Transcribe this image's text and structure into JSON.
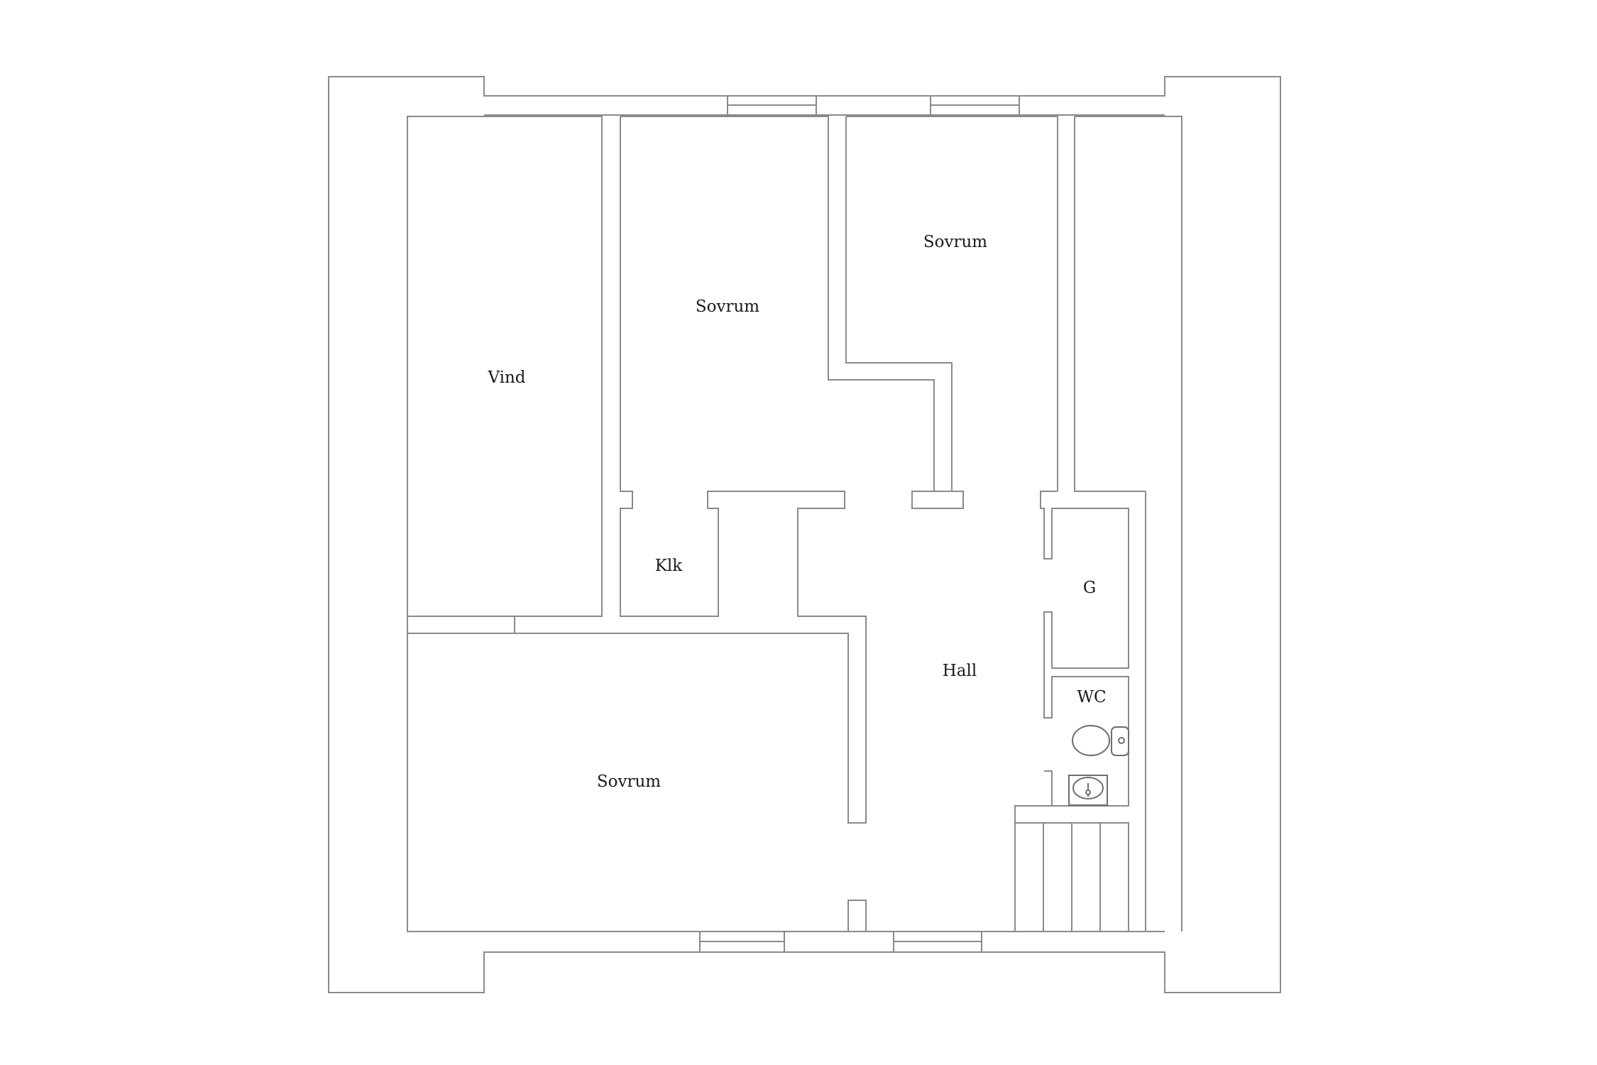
{
  "floor_plan": {
    "rooms": {
      "vind": "Vind",
      "sovrum_top_left": "Sovrum",
      "sovrum_top_right": "Sovrum",
      "klk": "Klk",
      "hall": "Hall",
      "g": "G",
      "wc": "WC",
      "sovrum_bottom": "Sovrum"
    },
    "line_color": "#8a8a8a",
    "fixtures": [
      "toilet-icon",
      "sink-icon"
    ],
    "stairs_steps": 4
  }
}
